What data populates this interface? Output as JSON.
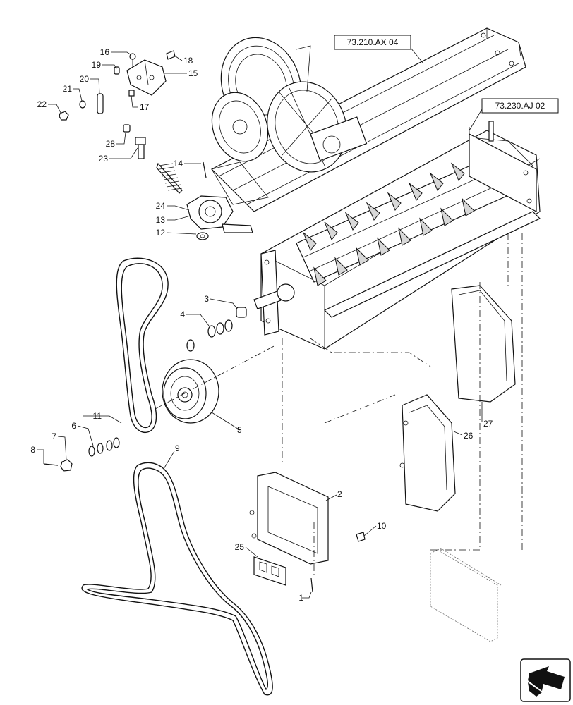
{
  "references": [
    {
      "id": "ref-73-210",
      "text": "73.210.AX 04"
    },
    {
      "id": "ref-73-230",
      "text": "73.230.AJ 02"
    }
  ],
  "callouts": [
    {
      "id": "1",
      "text": "1"
    },
    {
      "id": "2",
      "text": "2"
    },
    {
      "id": "3",
      "text": "3"
    },
    {
      "id": "4",
      "text": "4"
    },
    {
      "id": "5",
      "text": "5"
    },
    {
      "id": "6",
      "text": "6"
    },
    {
      "id": "7",
      "text": "7"
    },
    {
      "id": "8",
      "text": "8"
    },
    {
      "id": "9",
      "text": "9"
    },
    {
      "id": "10",
      "text": "10"
    },
    {
      "id": "11",
      "text": "11"
    },
    {
      "id": "12",
      "text": "12"
    },
    {
      "id": "13",
      "text": "13"
    },
    {
      "id": "14",
      "text": "14"
    },
    {
      "id": "15",
      "text": "15"
    },
    {
      "id": "16",
      "text": "16"
    },
    {
      "id": "17",
      "text": "17"
    },
    {
      "id": "18",
      "text": "18"
    },
    {
      "id": "19",
      "text": "19"
    },
    {
      "id": "20",
      "text": "20"
    },
    {
      "id": "21",
      "text": "21"
    },
    {
      "id": "22",
      "text": "22"
    },
    {
      "id": "23",
      "text": "23"
    },
    {
      "id": "24",
      "text": "24"
    },
    {
      "id": "25",
      "text": "25"
    },
    {
      "id": "26",
      "text": "26"
    },
    {
      "id": "27",
      "text": "27"
    },
    {
      "id": "28",
      "text": "28"
    }
  ]
}
